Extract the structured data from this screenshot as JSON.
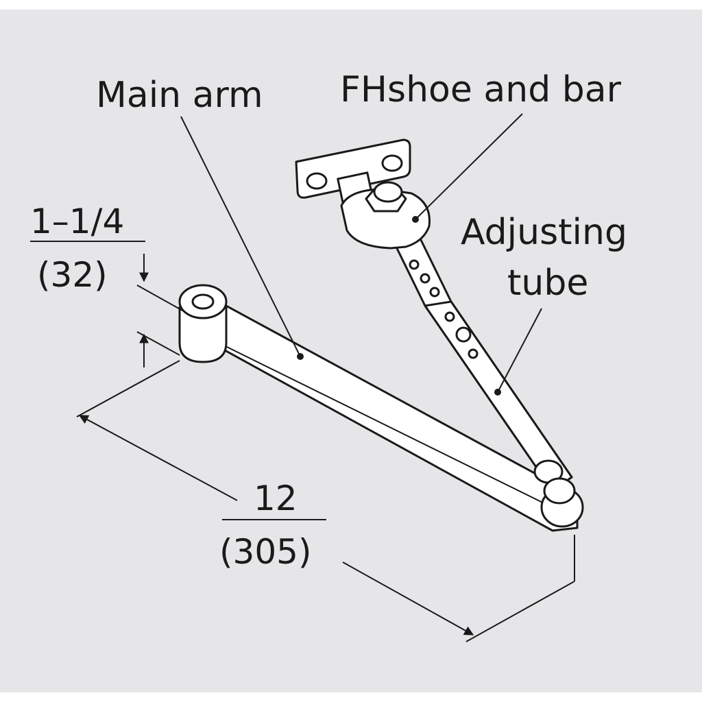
{
  "labels": {
    "main_arm": "Main arm",
    "fh_shoe": "FHshoe and bar",
    "adjusting_1": "Adjusting",
    "adjusting_2": "tube"
  },
  "dimensions": {
    "height_in": "1–1/4",
    "height_mm": "(32)",
    "length_in": "12",
    "length_mm": "(305)"
  },
  "colors": {
    "background": "#e6e6e8",
    "ink": "#1a1a1a",
    "part_fill": "#ffffff"
  }
}
